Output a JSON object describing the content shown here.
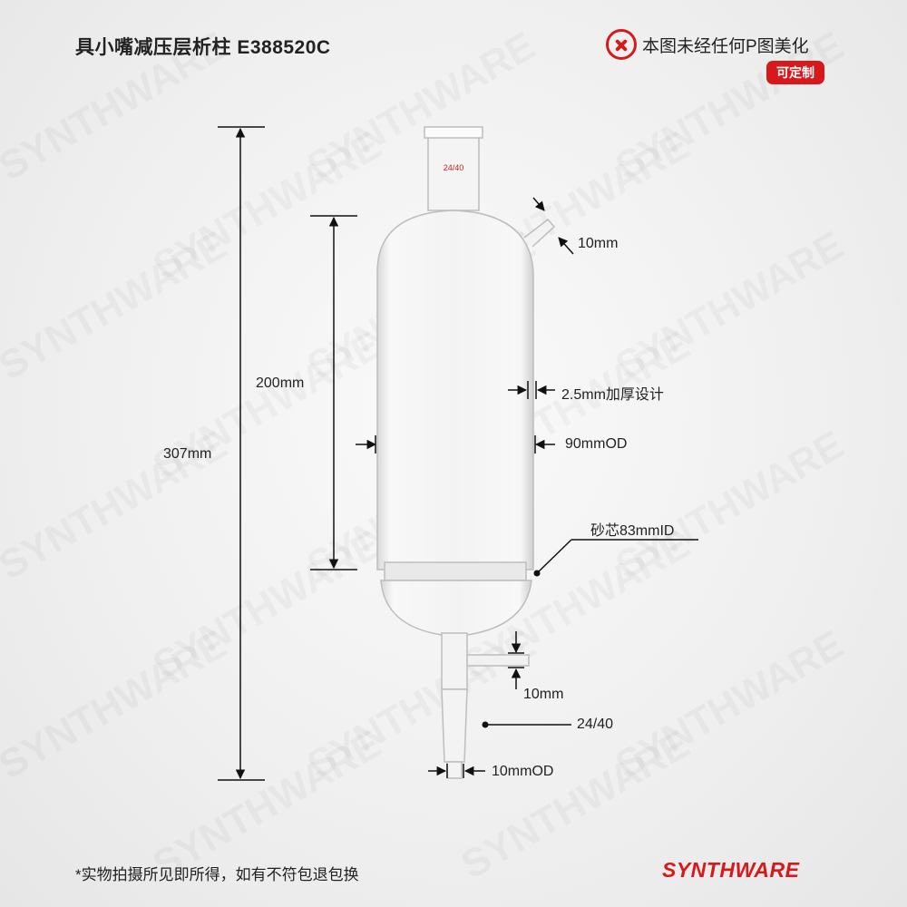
{
  "title": "具小嘴减压层析柱  E388520C",
  "notice": {
    "icon": "x-circle-icon",
    "text": "本图未经任何P图美化",
    "custom_badge": "可定制"
  },
  "joint_marking": "24/40",
  "dimensions": {
    "total_height": "307mm",
    "body_height": "200mm",
    "top_arm": "10mm",
    "wall": "2.5mm加厚设计",
    "od": "90mmOD",
    "frit": "砂芯83mmID",
    "side_arm": "10mm",
    "bottom_joint": "24/40",
    "tip": "10mmOD"
  },
  "footer": "*实物拍摄所见即所得，如有不符包退包换",
  "brand": "SYNTHWARE",
  "watermark": "SYNTHWARE",
  "colors": {
    "accent": "#d7191c"
  }
}
